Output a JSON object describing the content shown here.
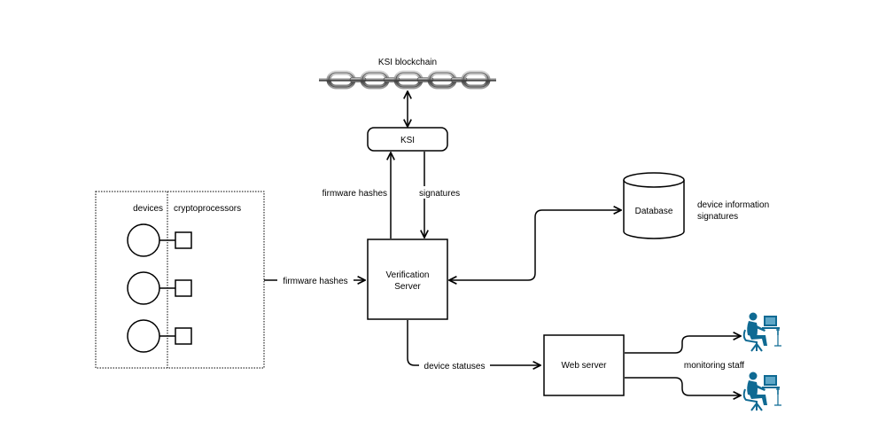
{
  "blockchain": {
    "label": "KSI blockchain",
    "link_count": 5
  },
  "ksi": {
    "label": "KSI"
  },
  "devices_group": {
    "devices_label": "devices",
    "cryptoprocessors_label": "cryptoprocessors",
    "device_count": 3
  },
  "verification_server": {
    "line1": "Verification",
    "line2": "Server"
  },
  "database": {
    "label": "Database",
    "notes": [
      "device information",
      "signatures"
    ]
  },
  "web_server": {
    "label": "Web server"
  },
  "monitoring": {
    "label": "monitoring staff",
    "staff_count": 2,
    "color": "#0f6a93"
  },
  "edges": {
    "devices_to_server": "firmware hashes",
    "server_to_ksi": "firmware hashes",
    "ksi_to_server": "signatures",
    "server_to_web": "device statuses"
  }
}
